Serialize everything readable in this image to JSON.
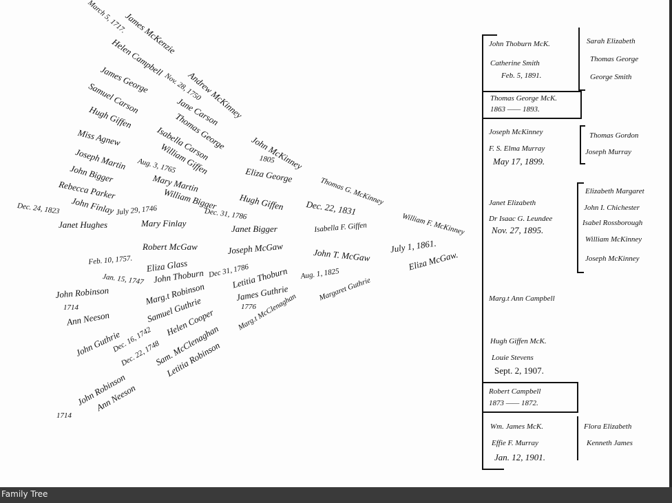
{
  "caption": "Family Tree",
  "fan": {
    "upper": [
      "March 5, 1717.",
      "James McKenzie",
      "Helen Campbell",
      "Nov. 28, 1750",
      "Andrew McKinney",
      "Jane Carson",
      "James George",
      "Samuel Carson",
      "Thomas George",
      "Hugh Giffen",
      "Isabella Carson",
      "Miss Agnew",
      "John McKinney",
      "1805",
      "Aug. 3, 1765",
      "William Giffen",
      "Joseph Martin",
      "Mary Martin",
      "Eliza George",
      "John Bigger",
      "Rebecca Parker",
      "Thomas G. McKinney",
      "Hugh Giffen",
      "Dec. 22, 1831",
      "William Bigger",
      "Dec. 24, 1823",
      "John Finlay",
      "July 29, 1746",
      "Dec. 31, 1786",
      "William F. McKinney",
      "Janet Hughes",
      "Mary Finlay",
      "Janet Bigger",
      "Isabella F. Giffen",
      "July 1, 1861.",
      "Eliza McGaw."
    ],
    "lower": [
      "Robert McGaw",
      "Feb. 10, 1757.",
      "Eliza Glass",
      "Joseph McGaw",
      "Dec 31, 1786",
      "John T. McGaw",
      "Letitia Thoburn",
      "Aug. 1, 1825",
      "John Thoburn",
      "Jan. 15, 1747",
      "John Robinson",
      "1714",
      "Marg.t Robinson",
      "Margaret Guthrie",
      "James Guthrie",
      "Ann Neeson",
      "1776",
      "Samuel Guthrie",
      "Marg.t McClenaghan",
      "Helen Cooper",
      "John Guthrie",
      "Dec. 16, 1742",
      "Sam. McClenaghan",
      "Dec. 22, 1748",
      "Letitia Robinson",
      "John Robinson",
      "1714",
      "Ann Neeson"
    ]
  },
  "children": [
    {
      "lines": [
        "John Thoburn McK.",
        "Catherine Smith",
        "Feb. 5, 1891."
      ],
      "issue": [
        "Sarah Elizabeth",
        "Thomas George",
        "George Smith"
      ]
    },
    {
      "lines": [
        "Thomas George McK.",
        "1863 —— 1893."
      ]
    },
    {
      "lines": [
        "Joseph McKinney",
        "F. S. Elma Murray",
        "May 17, 1899."
      ],
      "issue": [
        "Thomas Gordon",
        "Joseph Murray"
      ]
    },
    {
      "lines": [
        "Janet Elizabeth",
        "Dr Isaac G. Leundee",
        "Nov. 27, 1895."
      ],
      "issue": [
        "Elizabeth Margaret",
        "John I. Chichester",
        "Isabel Rossborough",
        "William McKinney",
        "Joseph McKinney"
      ]
    },
    {
      "lines": [
        "Marg.t Ann Campbell"
      ]
    },
    {
      "lines": [
        "Hugh Giffen McK.",
        "Louie Stevens",
        "Sept. 2, 1907."
      ]
    },
    {
      "lines": [
        "Robert Campbell",
        "1873 —— 1872."
      ]
    },
    {
      "lines": [
        "Wm. James McK.",
        "Effie F. Murray",
        "Jan. 12, 1901."
      ],
      "issue": [
        "Flora Elizabeth",
        "Kenneth James"
      ]
    }
  ]
}
